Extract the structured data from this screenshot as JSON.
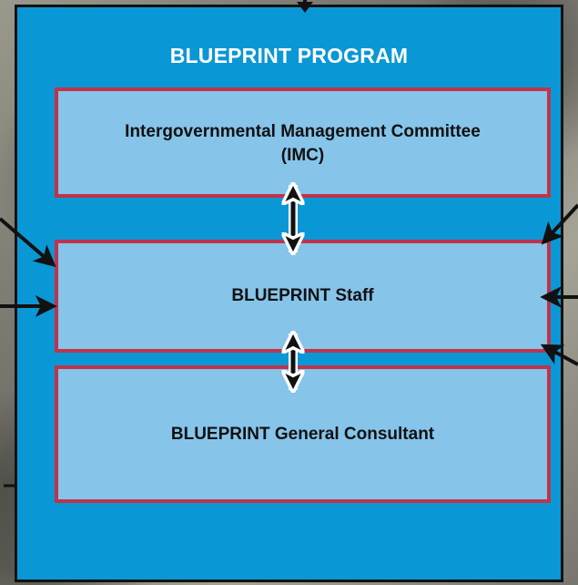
{
  "program": {
    "title": "BLUEPRINT PROGRAM"
  },
  "nodes": {
    "imc": {
      "line1": "Intergovernmental Management Committee",
      "line2": "(IMC)"
    },
    "staff": "BLUEPRINT Staff",
    "consultant": "BLUEPRINT General Consultant"
  },
  "colors": {
    "program_box": "#0a97d6",
    "node_fill": "#86c4ea",
    "node_border": "#c0334a",
    "title_text": "#ffffff",
    "arrow": "#111111"
  }
}
